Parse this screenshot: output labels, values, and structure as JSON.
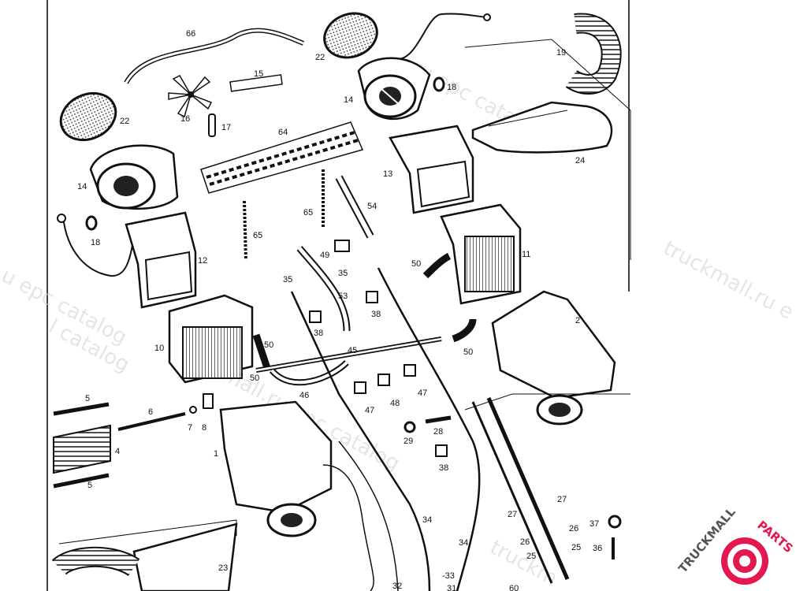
{
  "watermarks": {
    "w1": "l catalog",
    "w2": "ru epc catalog",
    "w3": "truckmall.ru e",
    "w4": "u epc catalog",
    "w5": "mall.ru epc catalog",
    "w6": "truckm"
  },
  "logo": {
    "part1": "TRUCKMALL",
    "part2": "PARTS",
    "color_dark": "#555555",
    "color_accent": "#e5174f"
  },
  "callouts": [
    {
      "id": "c66",
      "label": "66"
    },
    {
      "id": "c22a",
      "label": "22"
    },
    {
      "id": "c22b",
      "label": "22"
    },
    {
      "id": "c19",
      "label": "19"
    },
    {
      "id": "c15",
      "label": "15"
    },
    {
      "id": "c18a",
      "label": "18"
    },
    {
      "id": "c14a",
      "label": "14"
    },
    {
      "id": "c16",
      "label": "16"
    },
    {
      "id": "c17",
      "label": "17"
    },
    {
      "id": "c64",
      "label": "64"
    },
    {
      "id": "c24",
      "label": "24"
    },
    {
      "id": "c14b",
      "label": "14"
    },
    {
      "id": "c13",
      "label": "13"
    },
    {
      "id": "c18b",
      "label": "18"
    },
    {
      "id": "c65a",
      "label": "65"
    },
    {
      "id": "c54",
      "label": "54"
    },
    {
      "id": "c65b",
      "label": "65"
    },
    {
      "id": "c12",
      "label": "12"
    },
    {
      "id": "c11",
      "label": "11"
    },
    {
      "id": "c49",
      "label": "49"
    },
    {
      "id": "c50a",
      "label": "50"
    },
    {
      "id": "c35a",
      "label": "35"
    },
    {
      "id": "c35b",
      "label": "35"
    },
    {
      "id": "c53",
      "label": "53"
    },
    {
      "id": "c38a",
      "label": "38"
    },
    {
      "id": "c38b",
      "label": "38"
    },
    {
      "id": "c2",
      "label": "2"
    },
    {
      "id": "c10",
      "label": "10"
    },
    {
      "id": "c50b",
      "label": "50"
    },
    {
      "id": "c45",
      "label": "45"
    },
    {
      "id": "c50c",
      "label": "50"
    },
    {
      "id": "c50d",
      "label": "50"
    },
    {
      "id": "c46",
      "label": "46"
    },
    {
      "id": "c47a",
      "label": "47"
    },
    {
      "id": "c48",
      "label": "48"
    },
    {
      "id": "c47b",
      "label": "47"
    },
    {
      "id": "c5a",
      "label": "5"
    },
    {
      "id": "c6",
      "label": "6"
    },
    {
      "id": "c7",
      "label": "7"
    },
    {
      "id": "c8",
      "label": "8"
    },
    {
      "id": "c28",
      "label": "28"
    },
    {
      "id": "c29",
      "label": "29"
    },
    {
      "id": "c4",
      "label": "4"
    },
    {
      "id": "c1",
      "label": "1"
    },
    {
      "id": "c38c",
      "label": "38"
    },
    {
      "id": "c5b",
      "label": "5"
    },
    {
      "id": "c27a",
      "label": "27"
    },
    {
      "id": "c27b",
      "label": "27"
    },
    {
      "id": "c34a",
      "label": "34"
    },
    {
      "id": "c37",
      "label": "37"
    },
    {
      "id": "c26a",
      "label": "26"
    },
    {
      "id": "c26b",
      "label": "26"
    },
    {
      "id": "c25a",
      "label": "25"
    },
    {
      "id": "c36",
      "label": "36"
    },
    {
      "id": "c34b",
      "label": "34"
    },
    {
      "id": "c25b",
      "label": "25"
    },
    {
      "id": "c23",
      "label": "23"
    },
    {
      "id": "c33",
      "label": "-33"
    },
    {
      "id": "c32",
      "label": "32"
    },
    {
      "id": "c31",
      "label": "31"
    },
    {
      "id": "c60",
      "label": "60"
    }
  ]
}
